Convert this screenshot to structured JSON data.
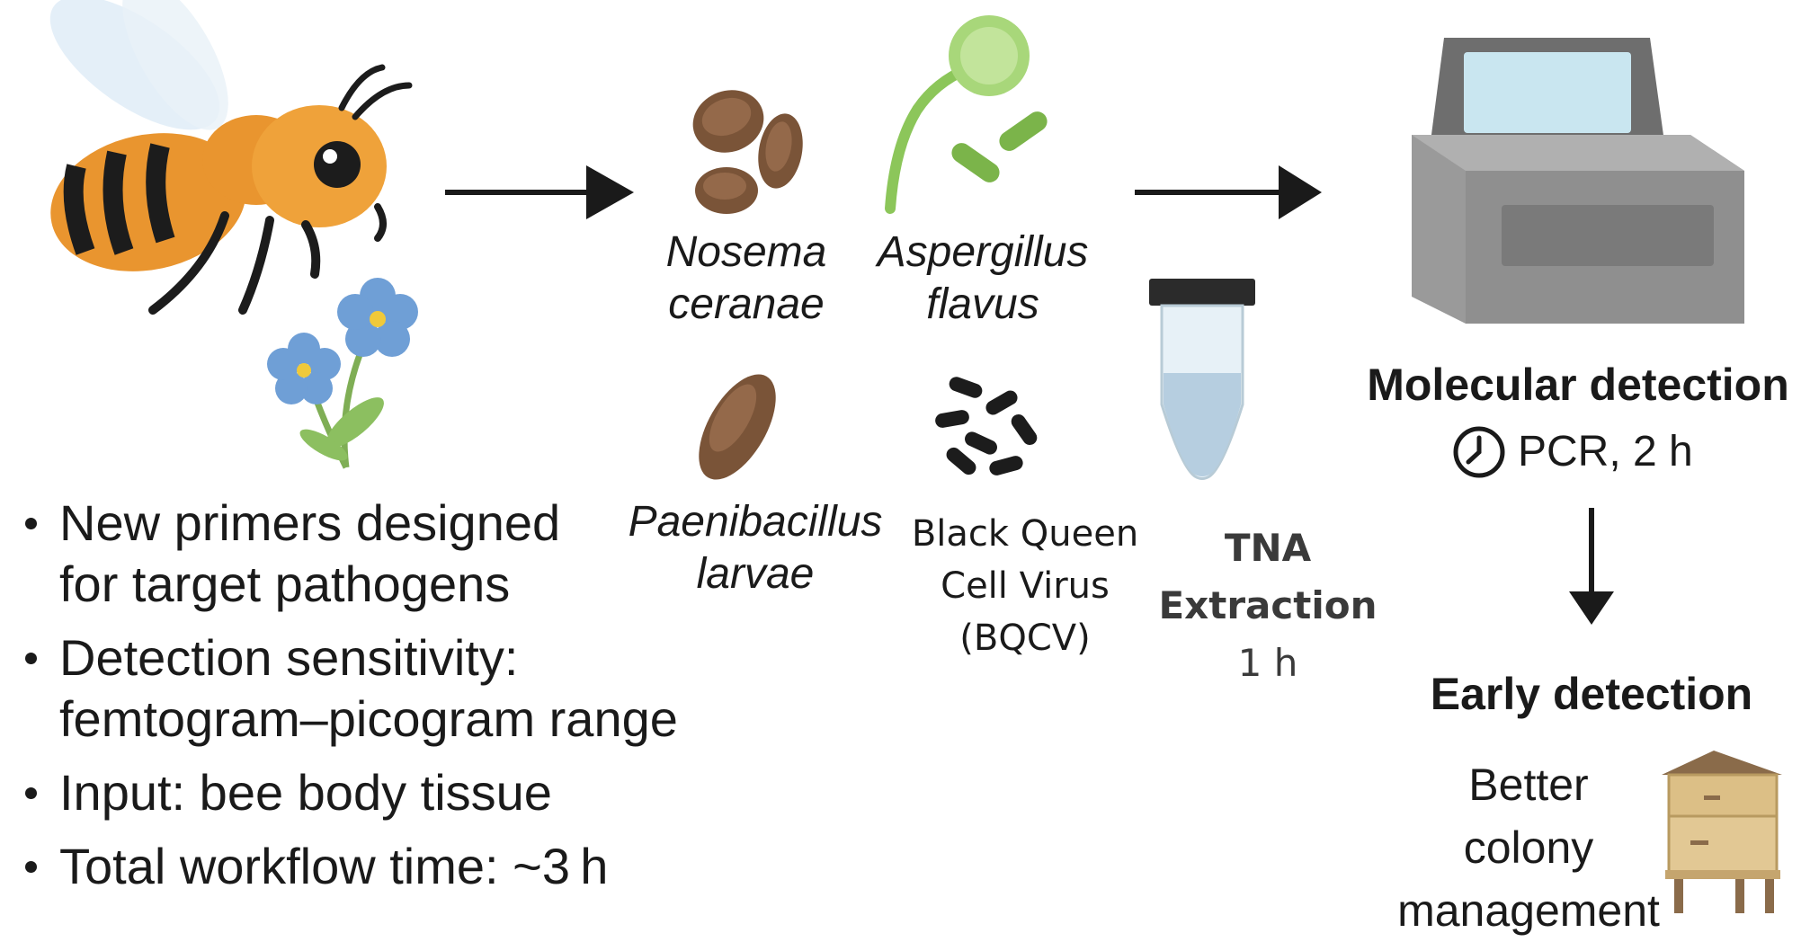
{
  "pathogens": {
    "nosema": [
      "Nosema",
      "ceranae"
    ],
    "aspergillus": [
      "Aspergillus",
      "flavus"
    ],
    "paenibacillus": [
      "Paenibacillus",
      "larvae"
    ],
    "bqcv": [
      "Black Queen",
      "Cell Virus",
      "(BQCV)"
    ]
  },
  "extraction": {
    "title_1": "TNA",
    "title_2": "Extraction",
    "time": "1 h"
  },
  "molecular": {
    "title": "Molecular detection",
    "method": "PCR, 2 h"
  },
  "early": {
    "title": "Early detection",
    "lines": [
      "Better",
      "colony",
      "management"
    ]
  },
  "bullets": [
    [
      "New primers designed",
      "for target pathogens"
    ],
    [
      "Detection sensitivity:",
      "femtogram–picogram range"
    ],
    [
      "Input: bee body tissue"
    ],
    [
      "Total workflow time: ~3 h"
    ]
  ],
  "colors": {
    "bee_orange": "#e9952f",
    "spore_brown": "#7a5438",
    "fungus_green": "#8cc65a",
    "flower_blue": "#6f9fd6",
    "machine_gray": "#8f8f8f",
    "screen_blue": "#c9e6f0",
    "hive_wood": "#dcbf86"
  }
}
